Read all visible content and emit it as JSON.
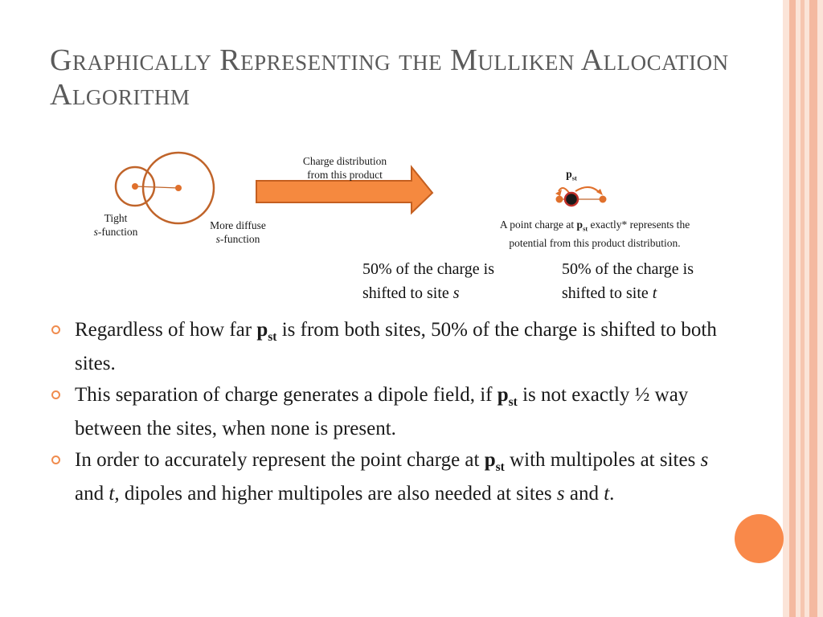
{
  "slide": {
    "title": "Graphically Representing the Mulliken Allocation Algorithm"
  },
  "diagram": {
    "tight_label_1": "Tight",
    "tight_label_2_italic": "s",
    "tight_label_2_rest": "-function",
    "diffuse_label_1": "More diffuse",
    "diffuse_label_2_italic": "s",
    "diffuse_label_2_rest": "-function",
    "arrow_label_1": "Charge distribution",
    "arrow_label_2": "from this product",
    "pst_p": "p",
    "pst_sub": "st",
    "caption_1_before": "A point charge at ",
    "caption_1_after": " exactly* represents the",
    "caption_2": "potential from this product distribution."
  },
  "shift": {
    "left_1": "50% of the charge is",
    "left_2": "shifted to site ",
    "left_site": "s",
    "right_1": "50% of the charge is",
    "right_2": "shifted to site ",
    "right_site": "t"
  },
  "bullets": {
    "b1_a": "Regardless of how far ",
    "b1_b": " is from both sites, 50% of the charge is shifted to both sites.",
    "b2_a": "This separation of charge generates a dipole field, if ",
    "b2_b": " is not exactly ½ way between the sites, when none is present.",
    "b3_a": "In order to accurately represent the point charge at ",
    "b3_b": " with multipoles at sites ",
    "b3_s1": "s",
    "b3_and1": " and ",
    "b3_t1": "t",
    "b3_c": ", dipoles and higher multipoles are also needed at sites ",
    "b3_s2": "s",
    "b3_and2": " and ",
    "b3_t2": "t",
    "b3_end": "."
  },
  "colors": {
    "accent": "#f08c4e",
    "circle_stroke": "#c0642a",
    "arrow_fill": "#f5893f",
    "arrow_stroke": "#c45f20",
    "stripe_1": "#f4b9a0",
    "stripe_2": "#f9d8c8",
    "title": "#5a5a5a"
  }
}
